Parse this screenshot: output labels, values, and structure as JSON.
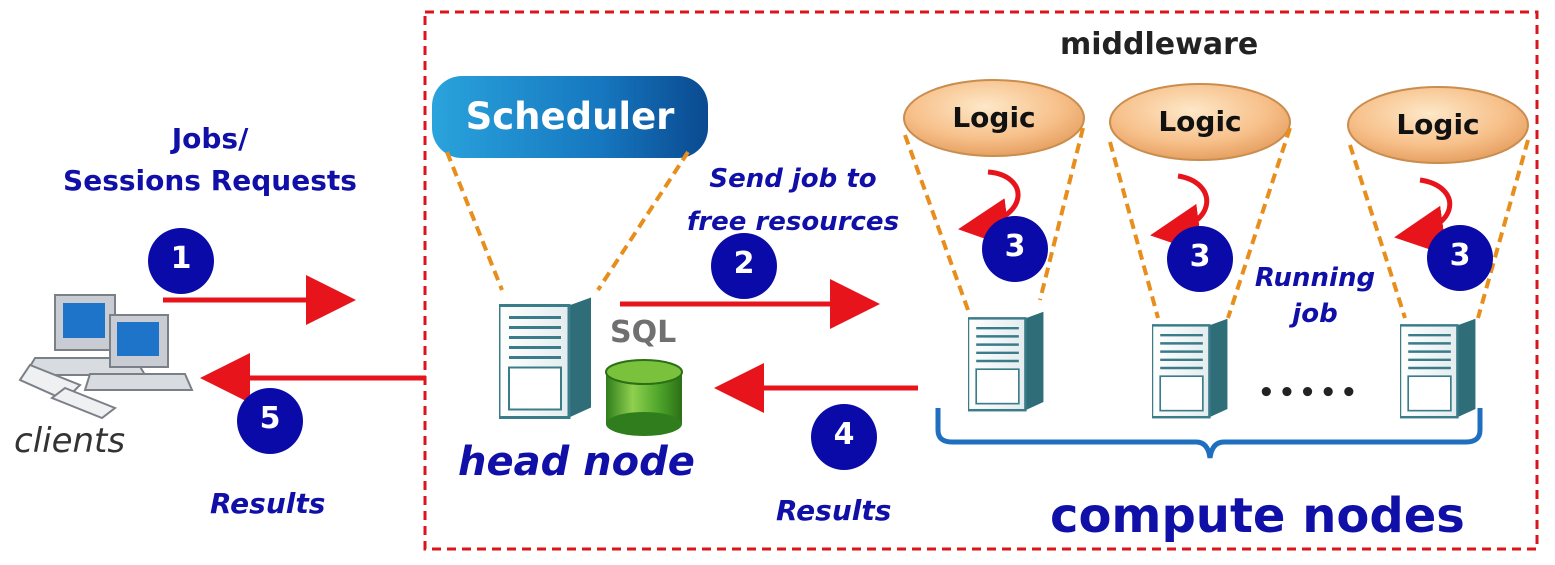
{
  "clients": {
    "label": "clients"
  },
  "requests": {
    "line1": "Jobs/",
    "line2": "Sessions Requests"
  },
  "scheduler": {
    "label": "Scheduler"
  },
  "send_job": {
    "line1": "Send job to",
    "line2": "free resources"
  },
  "head_node": {
    "label": "head node",
    "db_label": "SQL"
  },
  "middleware": {
    "label": "middleware"
  },
  "logic_label": "Logic",
  "running_job": {
    "line1": "Running",
    "line2": "job"
  },
  "ellipsis": "•••••",
  "compute_nodes": {
    "label": "compute nodes"
  },
  "results_head": "Results",
  "results_client": "Results",
  "steps": {
    "s1": "1",
    "s2": "2",
    "s3": "3",
    "s4": "4",
    "s5": "5"
  },
  "colors": {
    "step_circle": "#0a0aa8",
    "arrow": "#e8141c",
    "dashed_border": "#d9141c",
    "brace": "#1f6fc0",
    "text_blue": "#1010a8"
  }
}
